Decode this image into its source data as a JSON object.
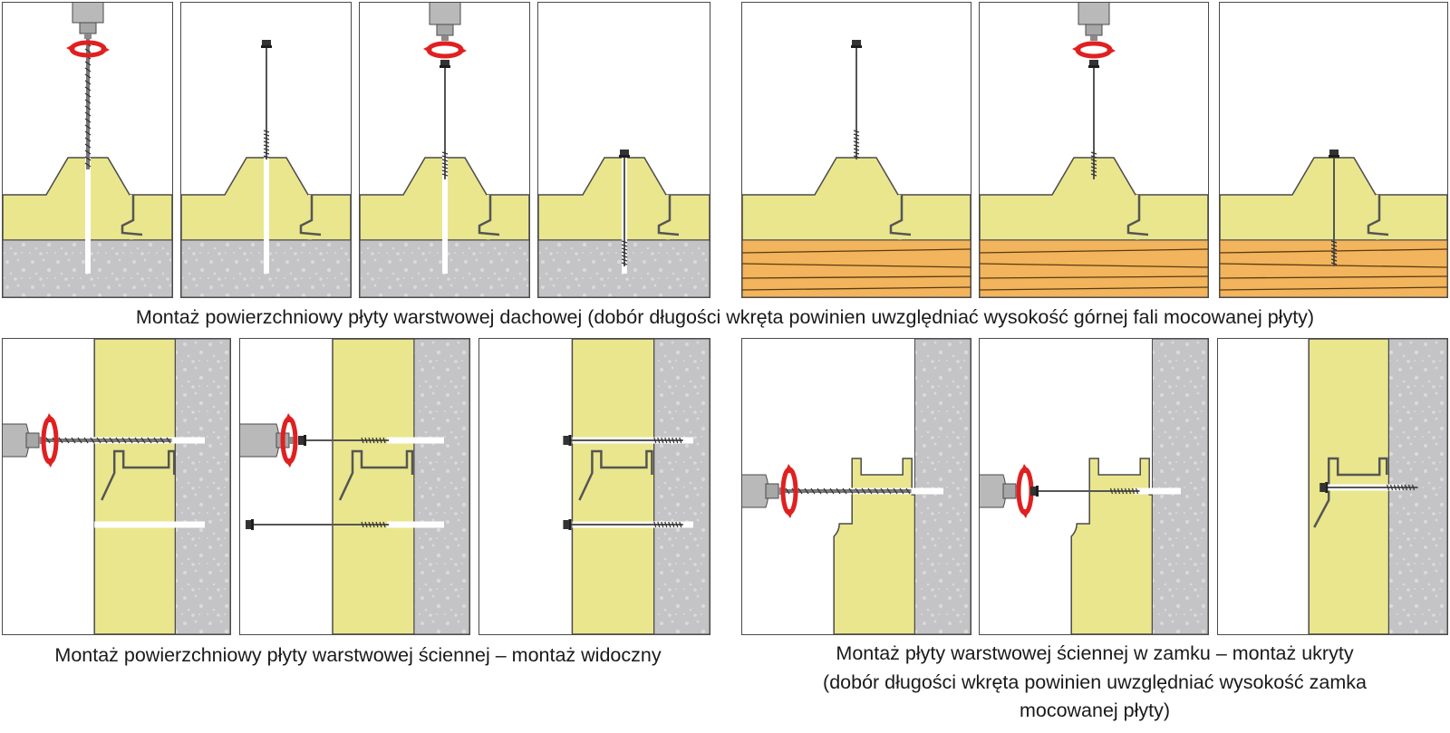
{
  "captions": {
    "roof": "Montaż powierzchniowy płyty warstwowej dachowej (dobór długości wkręta powinien uwzględniać wysokość górnej fali mocowanej płyty)",
    "wall_visible": "Montaż powierzchniowy płyty warstwowej ściennej – montaż widoczny",
    "wall_hidden_line1": "Montaż płyty warstwowej ściennej w zamku – montaż ukryty",
    "wall_hidden_line2": "(dobór długości wkręta powinien uwzględniać wysokość zamka",
    "wall_hidden_line3": "mocowanej płyty)"
  },
  "colors": {
    "insulation": "#eae68e",
    "concrete": "#c4c4c6",
    "wood": "#f2b45c",
    "outline": "#4a4a4a",
    "rotation_arrow": "#e02020"
  },
  "panels": [
    {
      "group": "roof",
      "substrate": "concrete",
      "step": "drill"
    },
    {
      "group": "roof",
      "substrate": "concrete",
      "step": "insert-screw"
    },
    {
      "group": "roof",
      "substrate": "concrete",
      "step": "drive-screw"
    },
    {
      "group": "roof",
      "substrate": "concrete",
      "step": "fixed"
    },
    {
      "group": "roof",
      "substrate": "wood",
      "step": "insert-screw"
    },
    {
      "group": "roof",
      "substrate": "wood",
      "step": "drive-screw"
    },
    {
      "group": "roof",
      "substrate": "wood",
      "step": "fixed"
    },
    {
      "group": "wall-visible",
      "substrate": "concrete",
      "step": "drill"
    },
    {
      "group": "wall-visible",
      "substrate": "concrete",
      "step": "drive-screw"
    },
    {
      "group": "wall-visible",
      "substrate": "concrete",
      "step": "fixed"
    },
    {
      "group": "wall-hidden",
      "substrate": "concrete",
      "step": "drill"
    },
    {
      "group": "wall-hidden",
      "substrate": "concrete",
      "step": "drive-screw"
    },
    {
      "group": "wall-hidden",
      "substrate": "concrete",
      "step": "fixed"
    }
  ]
}
